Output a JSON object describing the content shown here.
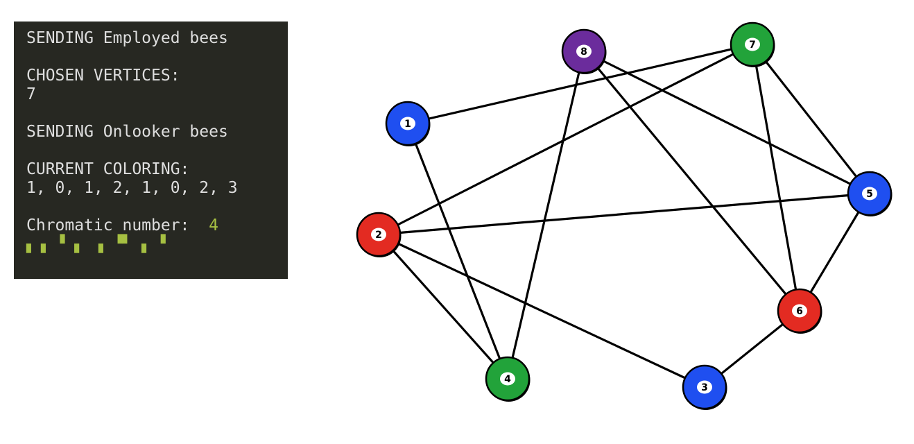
{
  "terminal": {
    "lines": [
      {
        "text": "SENDING Employed bees"
      },
      {
        "text": ""
      },
      {
        "text": "CHOSEN VERTICES:"
      },
      {
        "text": "7"
      },
      {
        "text": ""
      },
      {
        "text": "SENDING Onlooker bees"
      },
      {
        "text": ""
      },
      {
        "text": "CURRENT COLORING:"
      },
      {
        "text": "1, 0, 1, 2, 1, 0, 2, 3"
      },
      {
        "text": ""
      }
    ],
    "chromatic_label": "Chromatic number:  ",
    "chromatic_value": "4",
    "background": "#272822",
    "text_color": "#dedede",
    "accent_color": "#a6c042"
  },
  "graph": {
    "colors": {
      "blue": "#1f4ff0",
      "red": "#e32b22",
      "green": "#22a33a",
      "purple": "#6b2c9c"
    },
    "nodes": [
      {
        "id": "1",
        "label": "1",
        "color": "blue"
      },
      {
        "id": "2",
        "label": "2",
        "color": "red"
      },
      {
        "id": "3",
        "label": "3",
        "color": "blue"
      },
      {
        "id": "4",
        "label": "4",
        "color": "green"
      },
      {
        "id": "5",
        "label": "5",
        "color": "blue"
      },
      {
        "id": "6",
        "label": "6",
        "color": "red"
      },
      {
        "id": "7",
        "label": "7",
        "color": "green"
      },
      {
        "id": "8",
        "label": "8",
        "color": "purple"
      }
    ],
    "edges": [
      [
        "1",
        "7"
      ],
      [
        "1",
        "4"
      ],
      [
        "2",
        "7"
      ],
      [
        "2",
        "5"
      ],
      [
        "2",
        "4"
      ],
      [
        "2",
        "3"
      ],
      [
        "8",
        "4"
      ],
      [
        "8",
        "5"
      ],
      [
        "8",
        "6"
      ],
      [
        "7",
        "5"
      ],
      [
        "7",
        "6"
      ],
      [
        "5",
        "6"
      ],
      [
        "6",
        "3"
      ]
    ]
  }
}
